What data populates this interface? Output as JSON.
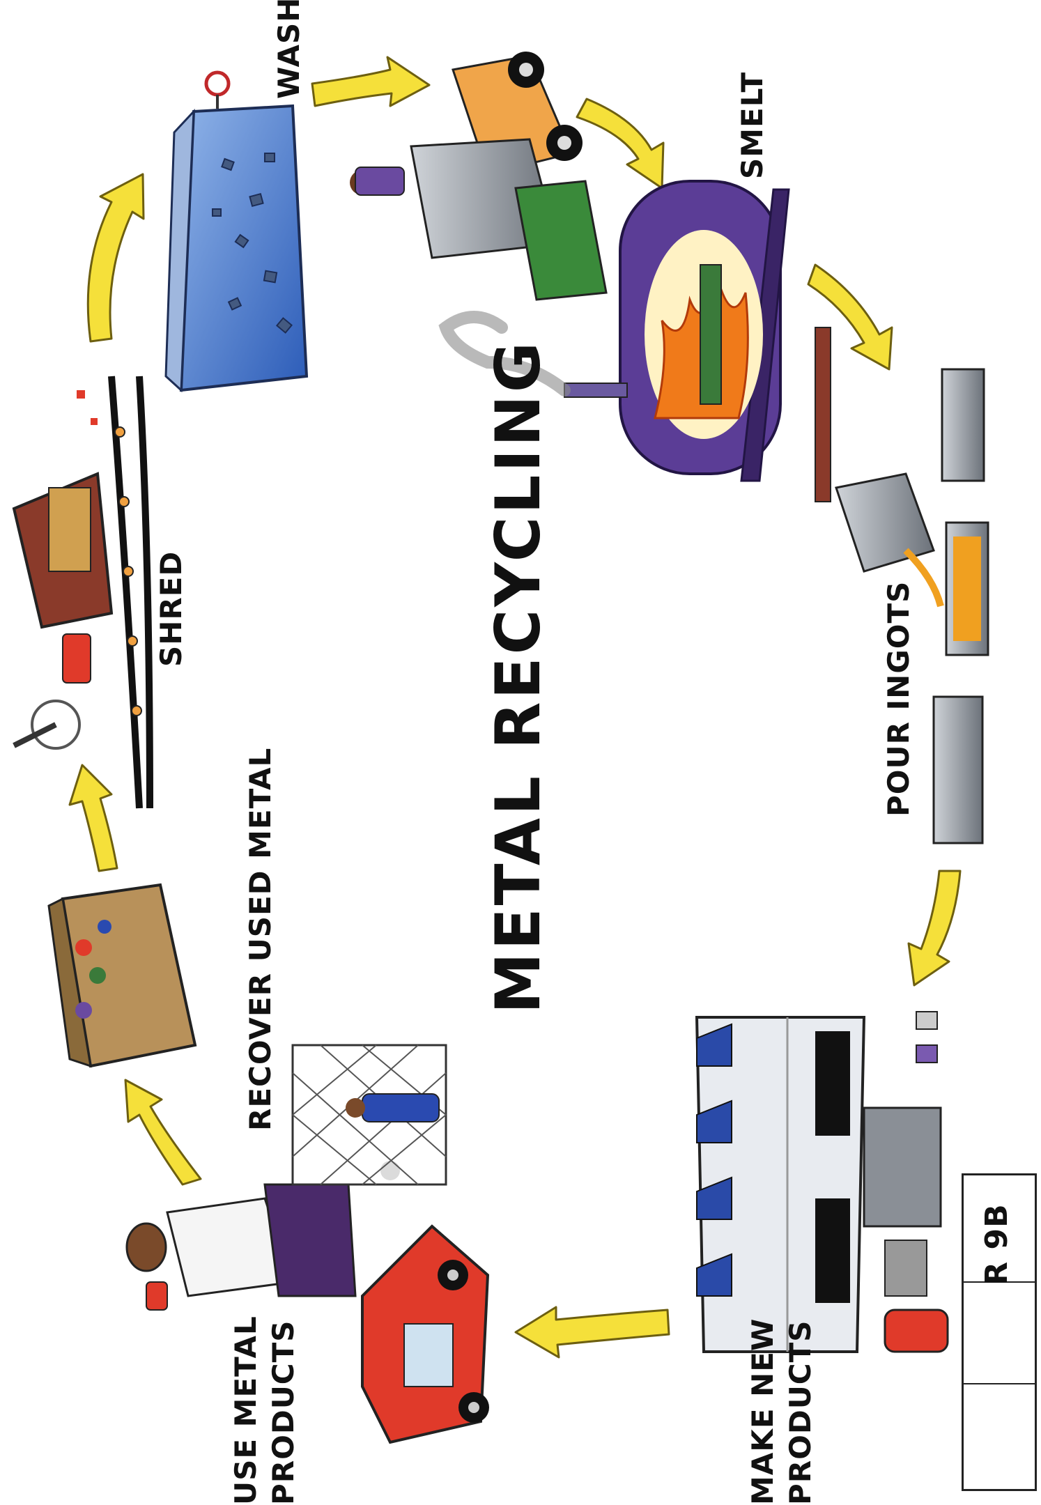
{
  "title": "METAL RECYCLING",
  "steps": {
    "recover": "RECOVER USED METAL",
    "shred": "SHRED",
    "wash": "WASH",
    "smelt": "SMELT",
    "pour": "POUR INGOTS",
    "make_line1": "MAKE NEW",
    "make_line2": "PRODUCTS",
    "use_line1": "USE METAL",
    "use_line2": "PRODUCTS"
  },
  "badge": {
    "code": "R 9B"
  },
  "colors": {
    "arrow": "#f5e03a",
    "arrow_outline": "#7a6a10",
    "wash_tank": "#3b6fc4",
    "furnace": "#5b3d96",
    "fire": "#f07a1a",
    "truck": "#e03a2a"
  }
}
